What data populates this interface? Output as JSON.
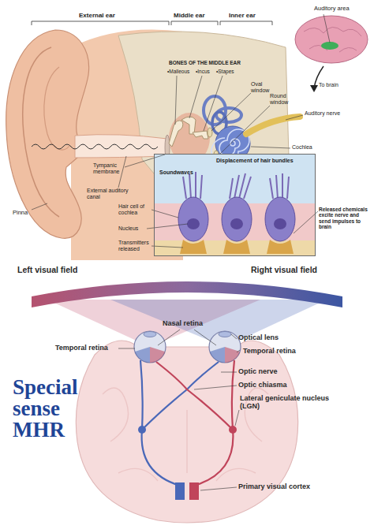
{
  "diagram": {
    "nodes": [
      {
        "text": [
          "Displacement of hair bundles",
          "Soundwaves"
        ]
      }
    ],
    "labels": [
      "External ear",
      "Middle ear",
      "Inner ear",
      "BONES OF THE MIDDLE EAR",
      "•Malleous",
      "•Incus",
      "•Stapes",
      "Oval window",
      "Round window",
      "Auditory area",
      "To brain",
      "Auditory nerve",
      "Cochlea",
      "Tympanic membrane",
      "External auditory canal",
      "Pinna",
      "Hair cell of cochlea",
      "Nucleus",
      "Transmitters released",
      "Released chemicals excite nerve and send impulses to brain",
      "Left visual field",
      "Right visual field",
      "Nasal retina",
      "Temporal retina",
      "Optical lens",
      "Temporal retina",
      "Optic nerve",
      "Optic chiasma",
      "Lateral geniculate nucleus (LGN)",
      "Primary visual cortex",
      "Special sense MHR"
    ]
  }
}
